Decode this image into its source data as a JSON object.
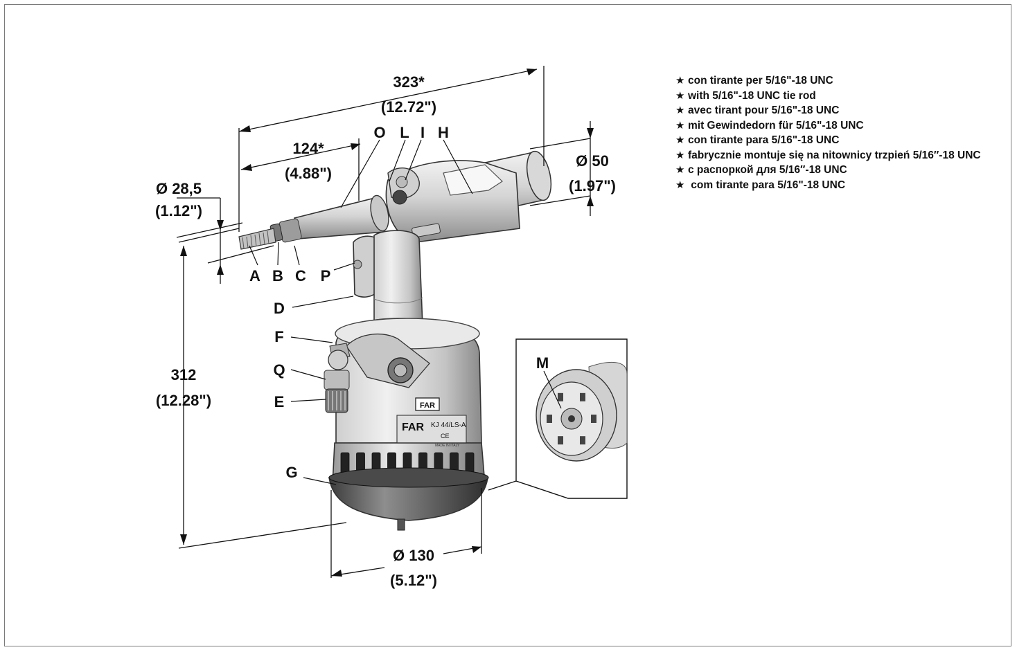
{
  "dimensions": {
    "length_overall": {
      "value": "323*",
      "inch": "(12.72\")"
    },
    "nose_length": {
      "value": "124*",
      "inch": "(4.88\")"
    },
    "nose_diameter": {
      "value": "Ø 28,5",
      "inch": "(1.12\")"
    },
    "body_diameter": {
      "value": "Ø 50",
      "inch": "(1.97\")"
    },
    "height": {
      "value": "312",
      "inch": "(12.28\")"
    },
    "base_diameter": {
      "value": "Ø 130",
      "inch": "(5.12\")"
    }
  },
  "part_labels": {
    "O": "O",
    "L": "L",
    "I": "I",
    "H": "H",
    "A": "A",
    "B": "B",
    "C": "C",
    "P": "P",
    "D": "D",
    "F": "F",
    "Q": "Q",
    "E": "E",
    "G": "G",
    "M": "M"
  },
  "product": {
    "brand": "FAR",
    "model": "KJ 44/LS-A",
    "ce_mark": "CE",
    "made_in": "MADE IN ITALY"
  },
  "notes": [
    "con tirante per  5/16\"-18 UNC",
    "with  5/16\"-18 UNC tie rod",
    "avec tirant pour  5/16\"-18 UNC",
    "mit Gewindedorn für  5/16\"-18 UNC",
    "con tirante para  5/16\"-18 UNC",
    "fabrycznie montuje się na nitownicy trzpień  5/16″-18 UNC",
    "с распоркой для  5/16″-18 UNC",
    " com tirante para  5/16\"-18 UNC"
  ],
  "note_marker": "★",
  "colors": {
    "tool_light": "#e6e6e6",
    "tool_mid": "#b9b9b9",
    "tool_dark": "#5a5a5a",
    "ink": "#111111"
  }
}
